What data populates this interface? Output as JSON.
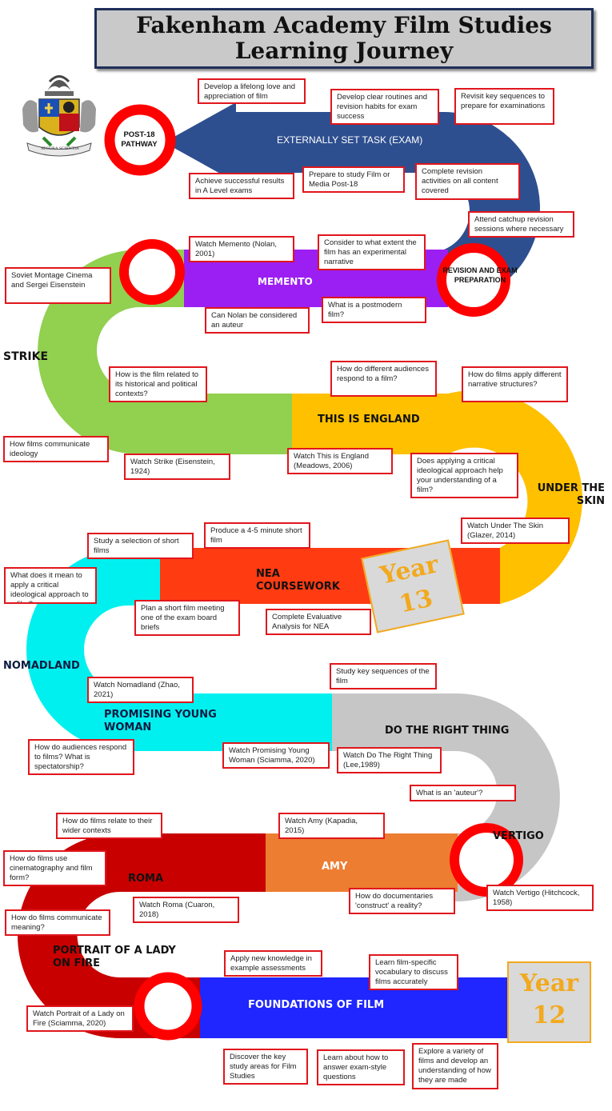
{
  "title": "Fakenham Academy Film Studies Learning Journey",
  "crest_motto": "SECURA SCIENTIA",
  "colors": {
    "exam": "#2e4f8f",
    "memento": "#9b1ff2",
    "strike": "#92d050",
    "this_is_england": "#ffc000",
    "nea": "#ff3b12",
    "nomadland": "#00f0f0",
    "right_thing": "#c6c6c6",
    "amy": "#ed7d31",
    "roma": "#c80000",
    "foundations": "#1f26ff",
    "ring": "#ff0000",
    "box_border": "#e0161c"
  },
  "road_labels": {
    "post18": "POST-18 PATHWAY",
    "exam": "EXTERNALLY SET TASK (EXAM)",
    "revision": "REVISION AND EXAM PREPARATION",
    "memento": "MEMENTO",
    "strike": "STRIKE",
    "this_is_england": "THIS IS ENGLAND",
    "under_the_skin": "UNDER THE SKIN",
    "nea": "NEA COURSEWORK",
    "nomadland": "NOMADLAND",
    "promising": "PROMISING YOUNG WOMAN",
    "right_thing": "DO THE RIGHT THING",
    "vertigo": "VERTIGO",
    "amy": "AMY",
    "roma": "ROMA",
    "portrait": "PORTRAIT OF A LADY ON FIRE",
    "foundations": "FOUNDATIONS OF FILM"
  },
  "years": {
    "y13": "Year 13",
    "y12": "Year 12"
  },
  "notes": {
    "lifelong": "Develop a lifelong love and appreciation of film",
    "routines": "Develop clear routines and revision habits for exam success",
    "revisit": "Revisit key sequences to prepare for examinations",
    "results": "Achieve successful results in A Level exams",
    "prepare": "Prepare to study Film or Media Post-18",
    "complete_rev": "Complete revision activities on all content covered",
    "catchup": "Attend catchup revision sessions where necessary",
    "watch_memento": "Watch Memento (Nolan, 2001)",
    "extent": "Consider to what extent the film has an experimental narrative",
    "soviet": "Soviet Montage Cinema and Sergei Eisenstein",
    "nolan": "Can Nolan be considered an auteur",
    "postmodern": "What is a postmodern film?",
    "historical": "How is the film related to its historical and political contexts?",
    "audiences": "How do different audiences respond to a film?",
    "narrative": "How do films apply different narrative structures?",
    "ideology": "How films communicate ideology",
    "watch_strike": "Watch Strike (Eisenstein, 1924)",
    "watch_tie": "Watch This is England (Meadows, 2006)",
    "critical": "Does applying a critical ideological approach help your understanding of a film?",
    "short_films": "Study a selection of short films",
    "produce": "Produce a 4-5 minute short film",
    "watch_uts": "Watch Under The Skin (Glazer, 2014)",
    "what_mean": "What does it mean to apply a critical ideological approach to a film?",
    "plan_short": "Plan a short film meeting one of the exam board briefs",
    "evaluative": "Complete Evaluative Analysis for NEA",
    "watch_nomadland": "Watch Nomadland (Zhao, 2021)",
    "key_seq": "Study key sequences of the film",
    "spectatorship": "How do audiences respond to films? What is spectatorship?",
    "watch_pyw": "Watch Promising Young Woman (Sciamma, 2020)",
    "watch_dtrt": "Watch Do The Right Thing (Lee,1989)",
    "auteur": "What is an 'auteur'?",
    "contexts": "How do films relate to their wider contexts",
    "watch_amy": "Watch Amy (Kapadia, 2015)",
    "cinematography": "How do films use cinematography and film form?",
    "documentaries": "How do documentaries 'construct' a reality?",
    "watch_vertigo": "Watch Vertigo (Hitchcock, 1958)",
    "watch_roma": "Watch Roma (Cuaron, 2018)",
    "meaning": "How do films communicate meaning?",
    "apply_knowledge": "Apply new knowledge in example assessments",
    "vocabulary": "Learn film-specific vocabulary to discuss films accurately",
    "watch_portrait": "Watch Portrait of a Lady on Fire (Sciamma, 2020)",
    "key_areas": "Discover the key study areas for Film Studies",
    "exam_style": "Learn about how to answer exam-style questions",
    "variety": "Explore a variety of films and develop an understanding of how they are made"
  }
}
